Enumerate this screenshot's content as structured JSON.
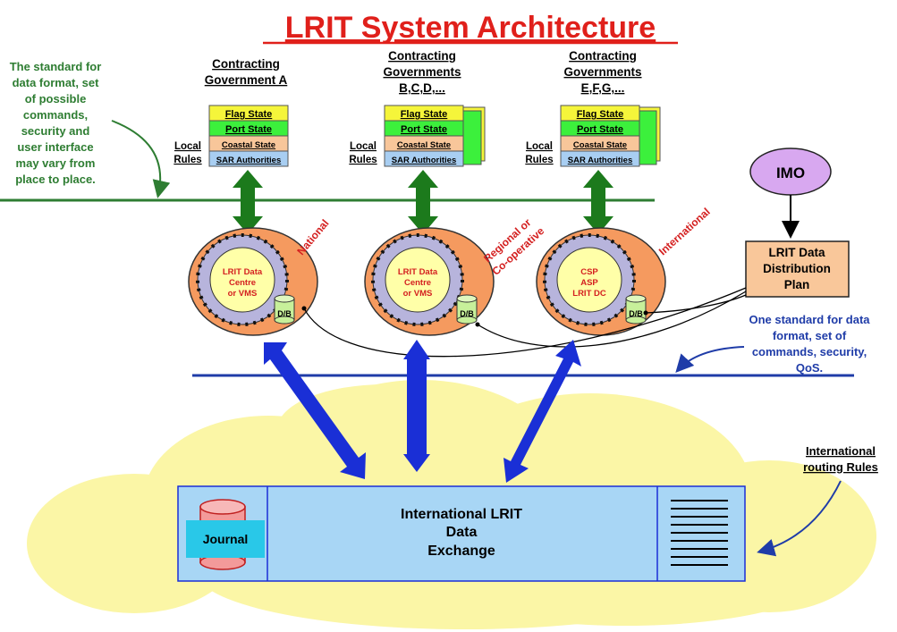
{
  "title": "LRIT System Architecture",
  "left_note": [
    "The standard for",
    "data format, set",
    "of possible",
    "commands,",
    "security and",
    "user interface",
    "may vary from",
    "place to place."
  ],
  "governments": [
    {
      "heading": [
        "Contracting",
        "Government A"
      ],
      "stack": [
        "Flag State",
        "Port State",
        "Coastal State",
        "SAR Authorities"
      ],
      "local_rules": [
        "Local",
        "Rules"
      ]
    },
    {
      "heading": [
        "Contracting",
        "Governments",
        "B,C,D,..."
      ],
      "stack": [
        "Flag State",
        "Port State",
        "Coastal State",
        "SAR Authorities"
      ],
      "local_rules": [
        "Local",
        "Rules"
      ]
    },
    {
      "heading": [
        "Contracting",
        "Governments",
        "E,F,G,..."
      ],
      "stack": [
        "Flag State",
        "Port State",
        "Coastal State",
        "SAR Authorities"
      ],
      "local_rules": [
        "Local",
        "Rules"
      ]
    }
  ],
  "data_centres": [
    {
      "center_text": [
        "LRIT Data",
        "Centre",
        "or  VMS"
      ],
      "db_label": "D/B",
      "scope_label": [
        "National"
      ]
    },
    {
      "center_text": [
        "LRIT Data",
        "Centre",
        "or  VMS"
      ],
      "db_label": "D/B",
      "scope_label": [
        "Regional or",
        "Co-operative"
      ]
    },
    {
      "center_text": [
        "CSP",
        "ASP",
        "LRIT DC"
      ],
      "db_label": "D/B",
      "scope_label": [
        "International"
      ]
    }
  ],
  "imo": {
    "label": "IMO"
  },
  "distribution_plan": {
    "lines": [
      "LRIT Data",
      "Distribution",
      "Plan"
    ]
  },
  "right_note": [
    "One standard for data",
    "format, set  of",
    "commands,  security,",
    "QoS."
  ],
  "routing_rules": [
    "International",
    "routing Rules"
  ],
  "exchange": {
    "lines": [
      "International LRIT",
      "Data",
      "Exchange"
    ],
    "journal_label": "Journal"
  },
  "colors": {
    "title_red": "#e0201b",
    "note_green": "#2e7d32",
    "note_blue": "#1f3ca8",
    "arrow_green": "#1c7a1c",
    "arrow_blue": "#1a2fd6",
    "cloud_yellow": "#fbf6a6",
    "dc_orange": "#f59a5f",
    "imo_purple": "#d8a8f0",
    "plan_orange": "#f9c79a",
    "exchange_blue": "#a8d6f5",
    "journal_cyan": "#29c8e8",
    "flag_yellow": "#f5f53a",
    "port_green": "#3cf03c",
    "coastal_orange": "#f8c69a",
    "sar_blue": "#a8cef2"
  }
}
